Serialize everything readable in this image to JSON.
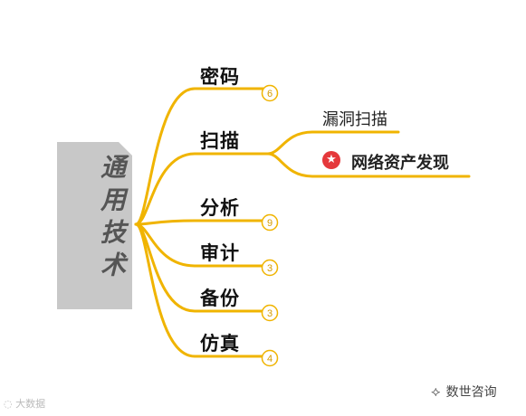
{
  "mindmap": {
    "root": {
      "label": "通用技术"
    },
    "branches": [
      {
        "label": "密码",
        "badge": "6"
      },
      {
        "label": "扫描",
        "badge": "",
        "children": [
          {
            "label": "漏洞扫描",
            "icon": "star-icon"
          },
          {
            "label": "网络资产发现",
            "icon": "star-icon"
          }
        ]
      },
      {
        "label": "分析",
        "badge": "9"
      },
      {
        "label": "审计",
        "badge": "3"
      },
      {
        "label": "备份",
        "badge": "3"
      },
      {
        "label": "仿真",
        "badge": "4"
      }
    ]
  },
  "colors": {
    "line": "#f0b400",
    "root_bg": "#c8c8c8",
    "star": "#e5383b"
  },
  "watermarks": {
    "left": "大数据",
    "right": "数世咨询",
    "right_icon": "wechat-icon"
  }
}
